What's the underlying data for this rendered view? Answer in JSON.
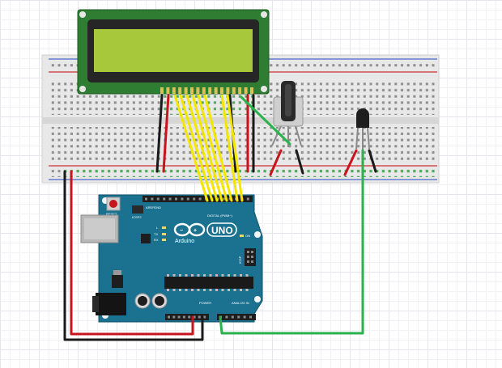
{
  "board": {
    "logo_text": "Arduino",
    "model": "UNO",
    "reset_label": "RESET",
    "icsp_label": "ICSP",
    "icsp2_label": "ICSP2",
    "on_label": "ON",
    "tx_label": "TX",
    "rx_label": "RX",
    "l_label": "L",
    "digital_label": "DIGITAL (PWM~)",
    "power_label": "POWER",
    "analog_label": "ANALOG IN",
    "aref_label": "AREF",
    "gnd_label": "GND"
  },
  "colors": {
    "wire_yellow": "#f3e600",
    "wire_red": "#c8141e",
    "wire_black": "#1a1a1a",
    "wire_green": "#2bb24c",
    "arduino_blue": "#1b7290",
    "lcd_green": "#a7c83b",
    "lcd_pcb": "#2f7d32",
    "breadboard": "#e9e9e9"
  },
  "components": {
    "lcd": "lcd-16x2",
    "potentiometer": "potentiometer",
    "sensor": "to92-temperature-sensor",
    "breadboard": "breadboard",
    "microcontroller": "arduino-uno"
  }
}
